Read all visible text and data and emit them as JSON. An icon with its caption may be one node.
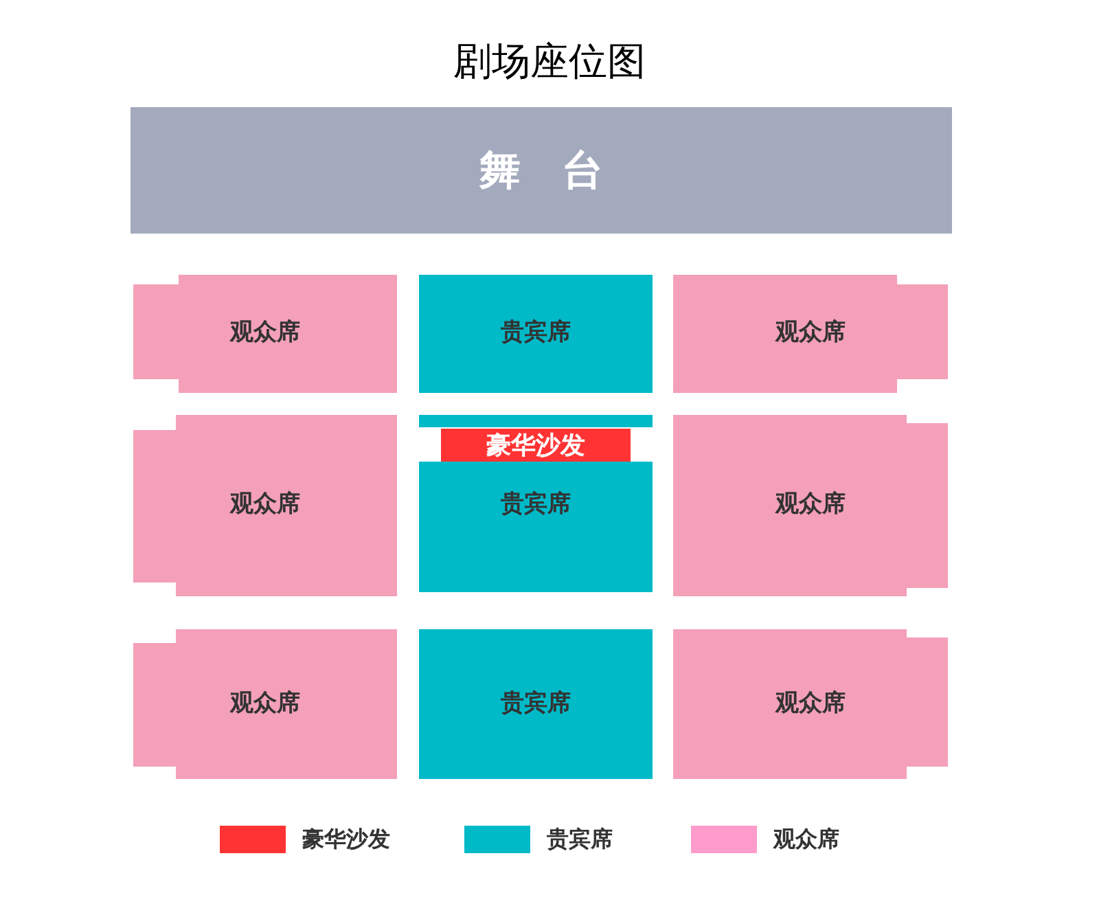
{
  "diagram": {
    "title": "剧场座位图",
    "nodes": [
      {
        "text": [
          "舞　台"
        ]
      },
      {
        "text": [
          "观众席"
        ]
      },
      {
        "text": [
          "贵宾席"
        ]
      },
      {
        "text": [
          "观众席"
        ]
      },
      {
        "text": [
          "观众席"
        ]
      },
      {
        "text": [
          "贵宾席"
        ]
      },
      {
        "text": [
          "豪华沙发"
        ]
      },
      {
        "text": [
          "观众席"
        ]
      },
      {
        "text": [
          "观众席"
        ]
      },
      {
        "text": [
          "贵宾席"
        ]
      },
      {
        "text": [
          "观众席"
        ]
      }
    ],
    "legend": [
      {
        "text": "豪华沙发",
        "color": "#ff3333"
      },
      {
        "text": "贵宾席",
        "color": "#00bac8"
      },
      {
        "text": "观众席",
        "color": "#ff9ccc"
      }
    ]
  }
}
